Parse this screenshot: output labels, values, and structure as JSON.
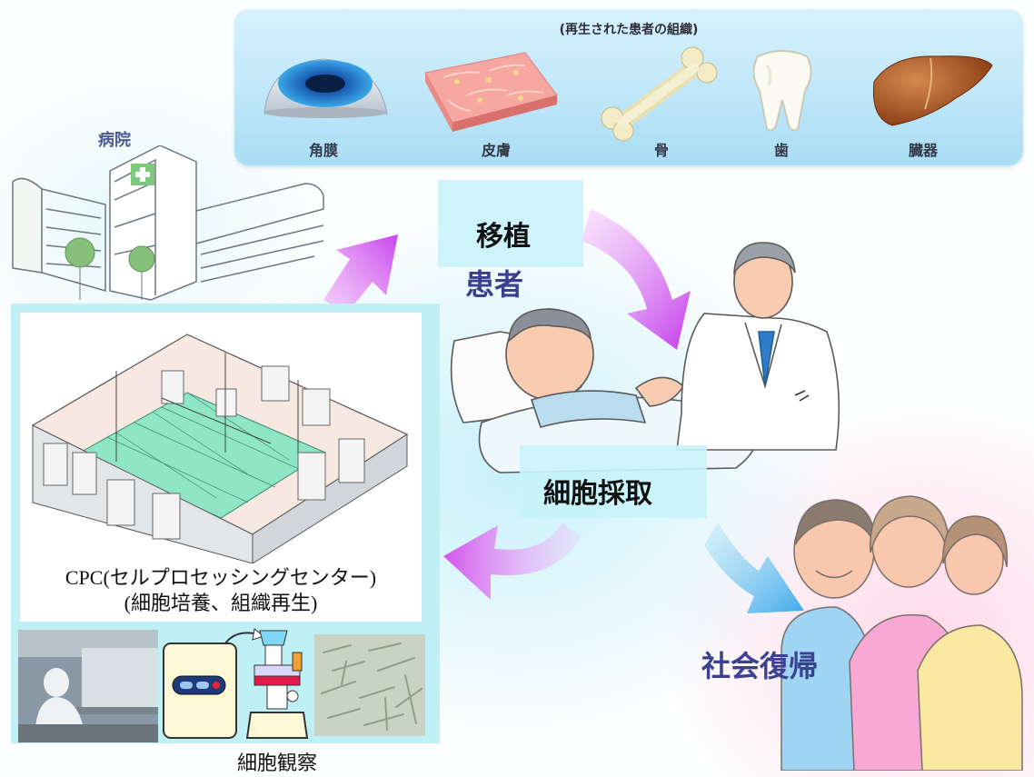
{
  "tissue_panel": {
    "title": "(再生された患者の組織)",
    "items": [
      {
        "label": "角膜",
        "icon": "cornea-icon"
      },
      {
        "label": "皮膚",
        "icon": "skin-icon"
      },
      {
        "label": "骨",
        "icon": "bone-icon"
      },
      {
        "label": "歯",
        "icon": "tooth-icon"
      },
      {
        "label": "臓器",
        "icon": "liver-icon"
      }
    ]
  },
  "hospital": {
    "label": "病院"
  },
  "transplant": {
    "label": "移植"
  },
  "patient": {
    "label": "患者"
  },
  "cell_collection": {
    "label": "細胞採取"
  },
  "reintegration": {
    "label": "社会復帰"
  },
  "cpc": {
    "caption_line1": "CPC(セルプロセッシングセンター)",
    "caption_line2": "(細胞培養、組織再生)"
  },
  "cell_observation": {
    "label": "細胞観察"
  },
  "colors": {
    "panel_blue": "#bfe7f9",
    "arrow_magenta": "#d456ee",
    "arrow_blue": "#4fb6ee",
    "cpc_floor_green": "#7fe3c0"
  }
}
